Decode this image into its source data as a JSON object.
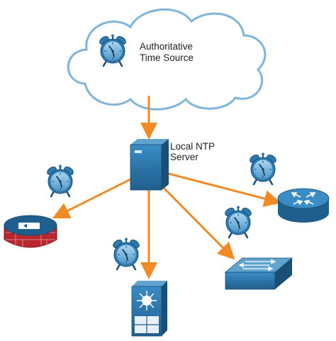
{
  "cloud": {
    "label_line1": "Authoritative",
    "label_line2": "Time Source",
    "icon": "alarm-clock-icon"
  },
  "server": {
    "label_line1": "Local NTP",
    "label_line2": "Server",
    "icon": "server-tower-icon"
  },
  "devices": [
    {
      "name": "firewall",
      "icon": "firewall-icon",
      "clock": "alarm-clock-icon"
    },
    {
      "name": "multilayer-switch",
      "icon": "multilayer-switch-icon",
      "clock": "alarm-clock-icon"
    },
    {
      "name": "switch",
      "icon": "switch-icon",
      "clock": "alarm-clock-icon"
    },
    {
      "name": "router",
      "icon": "router-icon",
      "clock": "alarm-clock-icon"
    }
  ],
  "colors": {
    "arrow": "#f08a24",
    "device_blue": "#2c7bb0",
    "device_dark": "#1f5f8e",
    "device_light": "#5fa3cf",
    "firewall_red": "#b8272e",
    "clock_face": "#8cc4e8",
    "cloud_stroke": "#6ba9d3"
  }
}
